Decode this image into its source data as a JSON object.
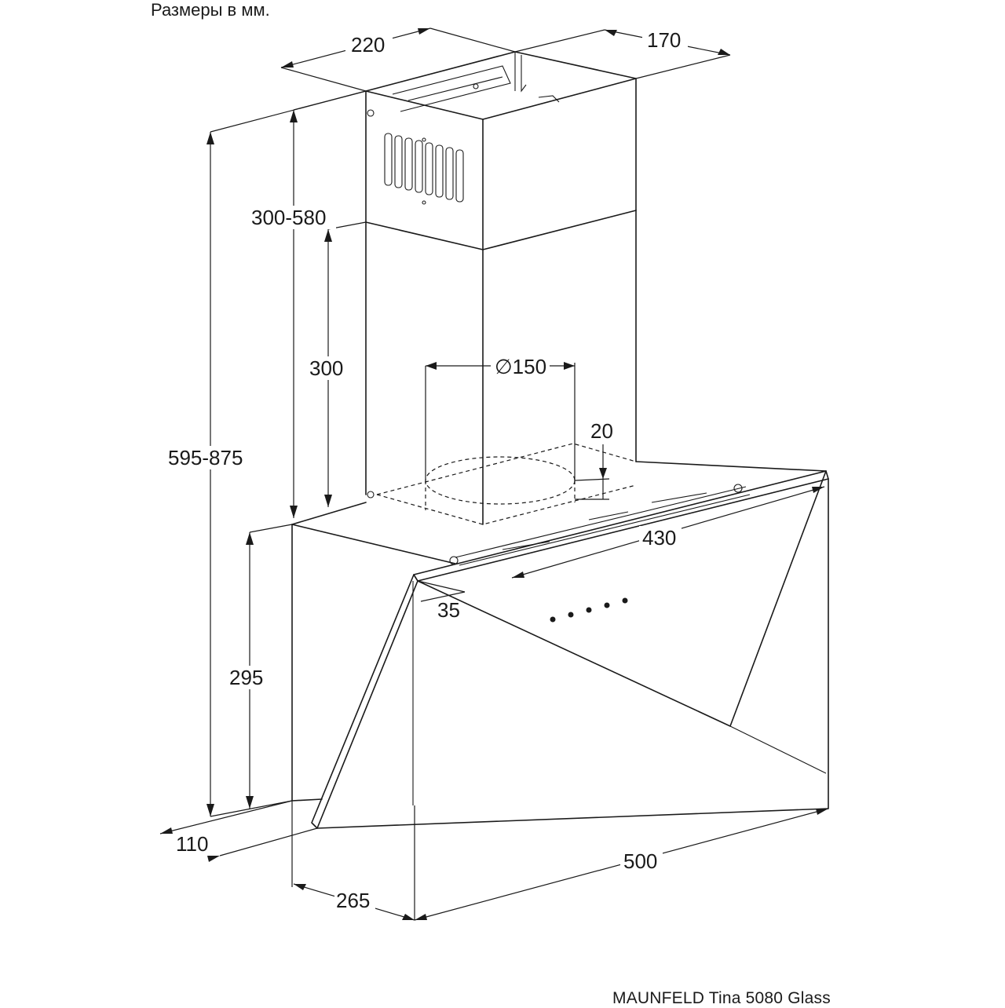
{
  "header": {
    "units_note": "Размеры в мм."
  },
  "footer": {
    "model_name": "MAUNFELD Tina 5080 Glass"
  },
  "dimensions": {
    "chimney_width": "220",
    "chimney_depth": "170",
    "chimney_height_range": "300-580",
    "total_height_range": "595-875",
    "lower_chimney_height": "300",
    "outlet_diameter": "∅150",
    "outlet_offset": "20",
    "body_width": "430",
    "glass_offset": "35",
    "body_height": "295",
    "base_depth": "110",
    "overall_width": "500",
    "overall_depth": "265"
  },
  "control_panel": {
    "button_count": 5
  }
}
